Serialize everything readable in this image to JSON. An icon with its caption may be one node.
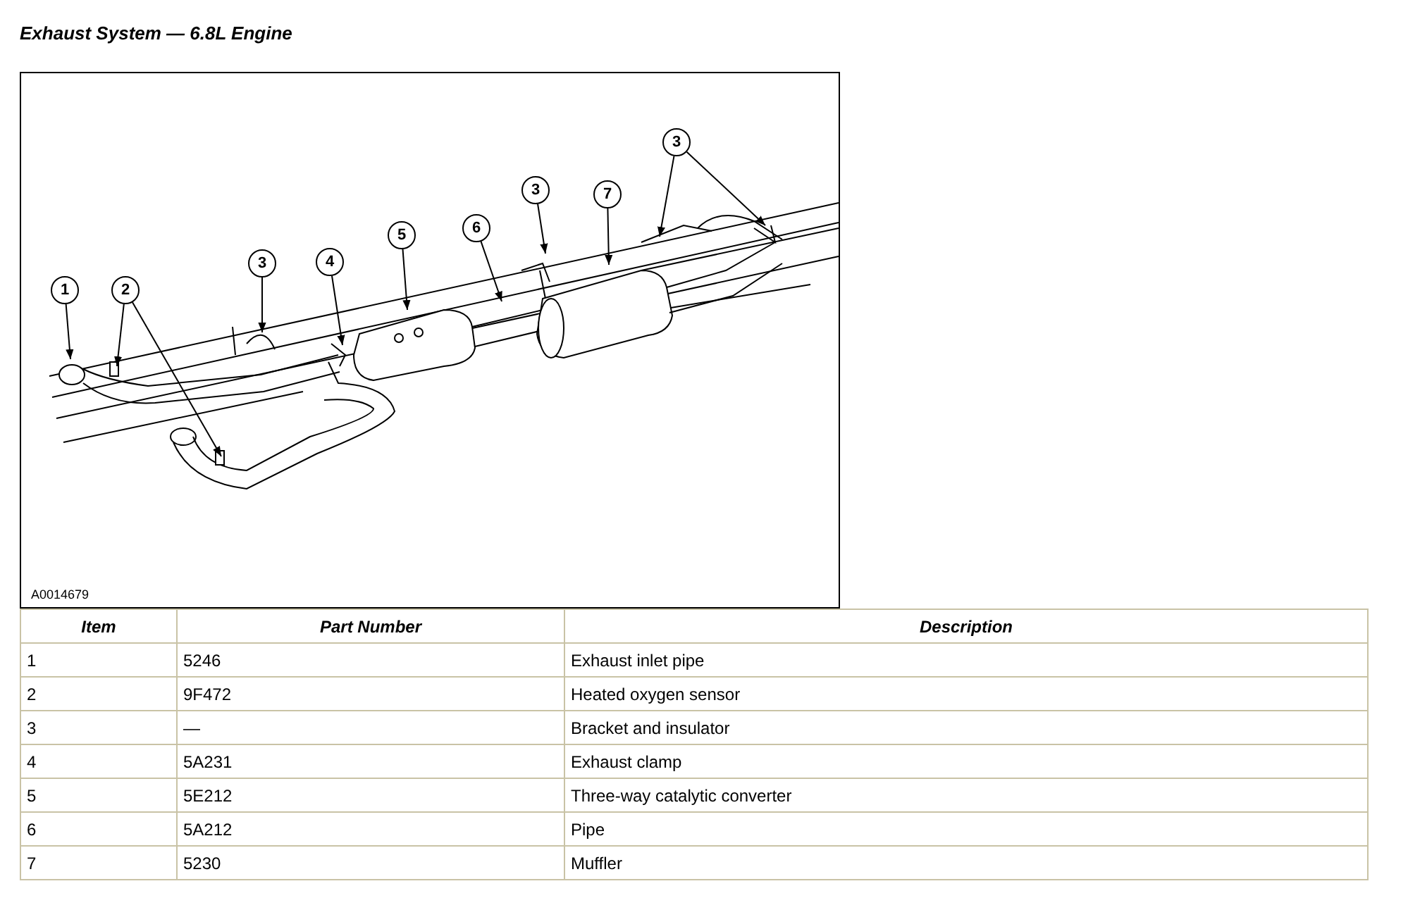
{
  "diagram": {
    "title": "Exhaust System — 6.8L Engine",
    "nodes": [
      {
        "text": [
          "1"
        ]
      },
      {
        "text": [
          "2"
        ]
      },
      {
        "text": [
          "3"
        ]
      },
      {
        "text": [
          "4"
        ]
      },
      {
        "text": [
          "5"
        ]
      },
      {
        "text": [
          "6"
        ]
      },
      {
        "text": [
          "3"
        ]
      },
      {
        "text": [
          "7"
        ]
      },
      {
        "text": [
          "3"
        ]
      }
    ],
    "edges": [
      {
        "from": 0,
        "to": null,
        "arrow": "to"
      },
      {
        "from": 1,
        "to": null,
        "arrow": "to"
      },
      {
        "from": 1,
        "to": null,
        "arrow": "to"
      },
      {
        "from": 2,
        "to": null,
        "arrow": "to"
      },
      {
        "from": 3,
        "to": null,
        "arrow": "to"
      },
      {
        "from": 4,
        "to": null,
        "arrow": "to"
      },
      {
        "from": 5,
        "to": null,
        "arrow": "to"
      },
      {
        "from": 6,
        "to": null,
        "arrow": "to"
      },
      {
        "from": 7,
        "to": null,
        "arrow": "to"
      },
      {
        "from": 8,
        "to": null,
        "arrow": "to"
      },
      {
        "from": 8,
        "to": null,
        "arrow": "to"
      }
    ],
    "labels": [
      "A0014679",
      "Item",
      "Part Number",
      "Description",
      "1",
      "5246",
      "Exhaust inlet pipe",
      "2",
      "9F472",
      "Heated oxygen sensor",
      "3",
      "—",
      "Bracket and insulator",
      "4",
      "5A231",
      "Exhaust clamp",
      "5",
      "5E212",
      "Three-way catalytic converter",
      "6",
      "5A212",
      "Pipe",
      "7",
      "5230",
      "Muffler"
    ]
  }
}
